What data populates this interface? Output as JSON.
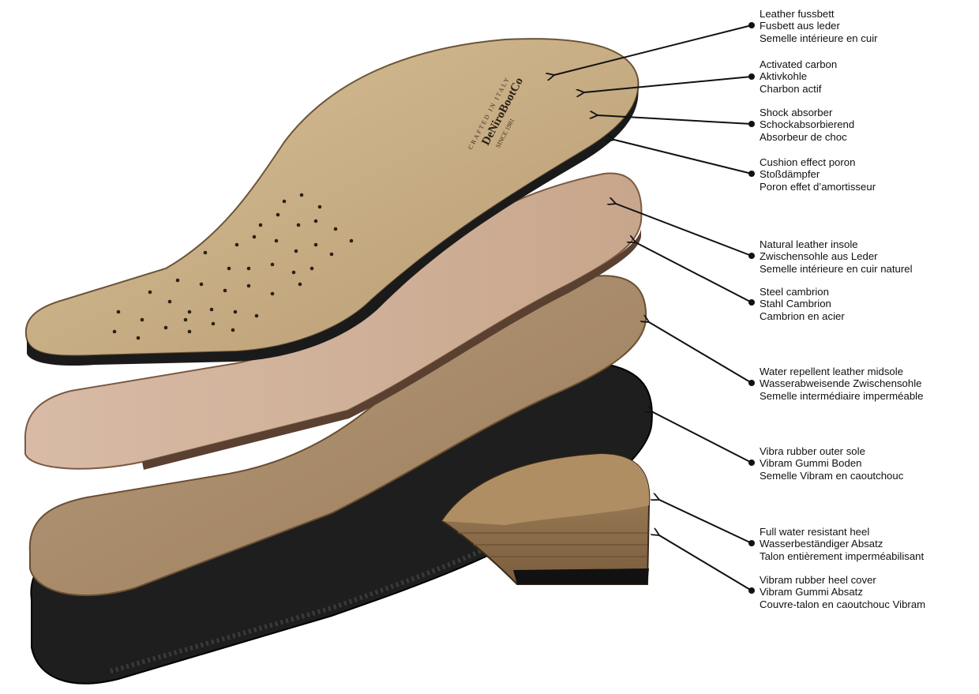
{
  "colors": {
    "leather_light": "#cdb48e",
    "leather_mid": "#b89970",
    "leather_dark": "#a07f58",
    "rubber": "#1f1f1f",
    "line": "#111111"
  },
  "insole_print": {
    "brand": "DeNiroBootCo",
    "since": "SINCE 1981",
    "origin": "CRAFTED IN ITALY"
  },
  "layers": [
    {
      "en": "Leather fussbett",
      "de": "Fusbett aus leder",
      "fr": "Semelle intérieure en cuir"
    },
    {
      "en": "Activated carbon",
      "de": "Aktivkohle",
      "fr": "Charbon actif"
    },
    {
      "en": "Shock absorber",
      "de": "Schockabsorbierend",
      "fr": "Absorbeur de choc"
    },
    {
      "en": "Cushion effect poron",
      "de": "Stoßdämpfer",
      "fr": "Poron effet d’amortisseur"
    },
    {
      "en": "Natural leather insole",
      "de": "Zwischensohle aus Leder",
      "fr": "Semelle intérieure en cuir naturel"
    },
    {
      "en": "Steel cambrion",
      "de": "Stahl Cambrion",
      "fr": "Cambrion en acier"
    },
    {
      "en": "Water repellent leather midsole",
      "de": "Wasserabweisende Zwischensohle",
      "fr": "Semelle intermédiaire imperméable"
    },
    {
      "en": "Vibra rubber outer sole",
      "de": "Vibram Gummi Boden",
      "fr": "Semelle Vibram en caoutchouc"
    },
    {
      "en": "Full water resistant heel",
      "de": "Wasserbeständiger Absatz",
      "fr": "Talon entièrement imperméabilisant"
    },
    {
      "en": "Vibram rubber heel cover",
      "de": "Vibram Gummi Absatz",
      "fr": "Couvre-talon en caoutchouc Vibram"
    }
  ]
}
